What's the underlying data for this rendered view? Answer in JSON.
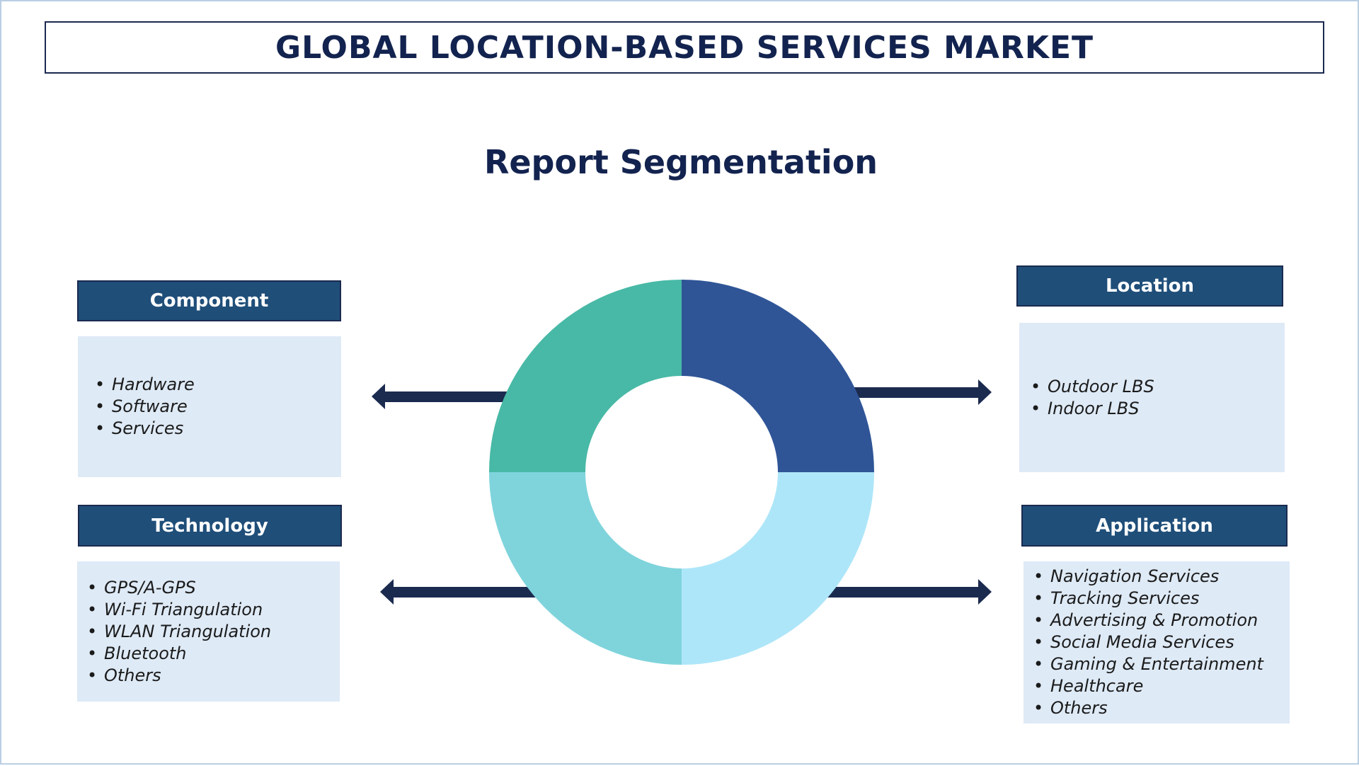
{
  "title": "GLOBAL LOCATION-BASED SERVICES MARKET",
  "subtitle": "Report Segmentation",
  "segments": {
    "component": {
      "label": "Component",
      "items": [
        "Hardware",
        "Software",
        "Services"
      ]
    },
    "technology": {
      "label": "Technology",
      "items": [
        "GPS/A-GPS",
        "Wi-Fi Triangulation",
        "WLAN Triangulation",
        "Bluetooth",
        "Others"
      ]
    },
    "location": {
      "label": "Location",
      "items": [
        "Outdoor LBS",
        "Indoor LBS"
      ]
    },
    "application": {
      "label": "Application",
      "items": [
        "Navigation Services",
        "Tracking Services",
        "Advertising & Promotion",
        "Social Media Services",
        "Gaming & Entertainment",
        "Healthcare",
        "Others"
      ]
    }
  },
  "colors": {
    "header": "#1f4e79",
    "arrow": "#1b2a4f",
    "q_top_right": "#2f5597",
    "q_top_left": "#48b9a6",
    "q_bottom_left": "#7fd4dc",
    "q_bottom_right": "#aee6f9",
    "box": "#deeaf6"
  }
}
